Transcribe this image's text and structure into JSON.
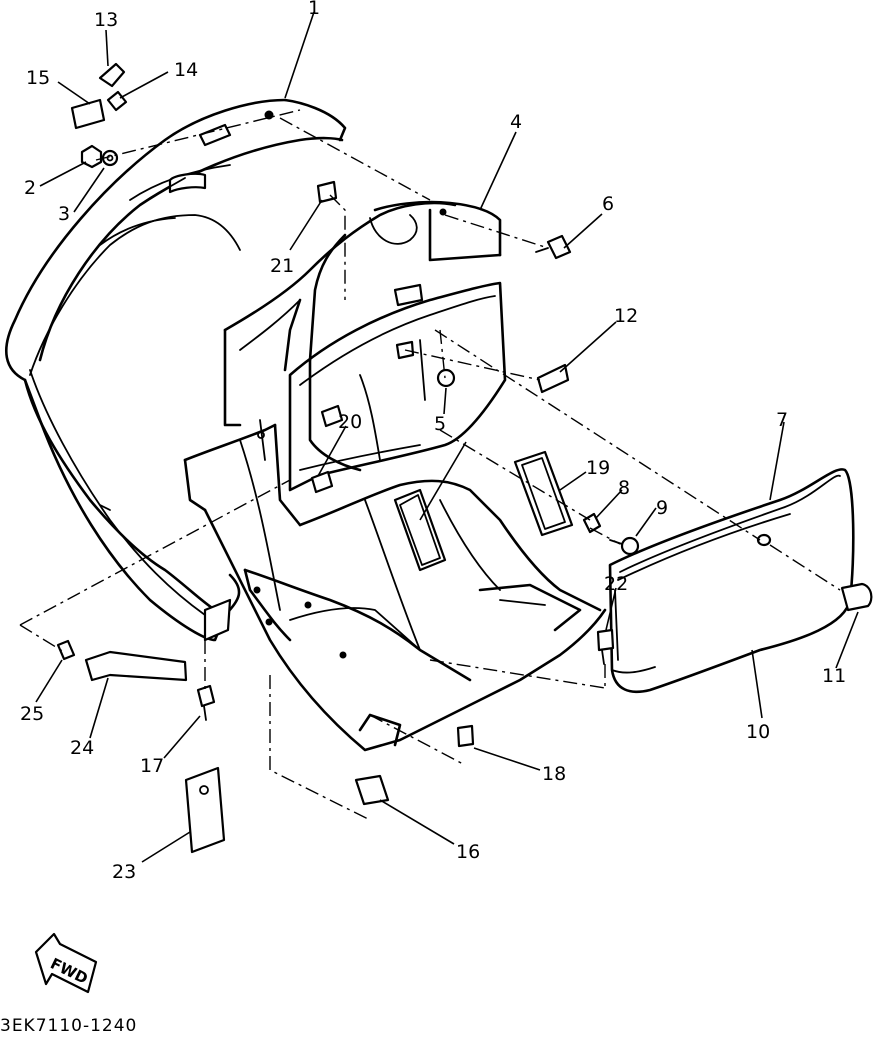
{
  "diagram": {
    "callouts": [
      "1",
      "2",
      "3",
      "4",
      "5",
      "6",
      "7",
      "8",
      "9",
      "10",
      "11",
      "12",
      "13",
      "14",
      "15",
      "16",
      "17",
      "18",
      "19",
      "20",
      "21",
      "22",
      "23",
      "24",
      "25"
    ],
    "direction_badge": "FWD",
    "drawing_code": "3EK7110-1240"
  }
}
